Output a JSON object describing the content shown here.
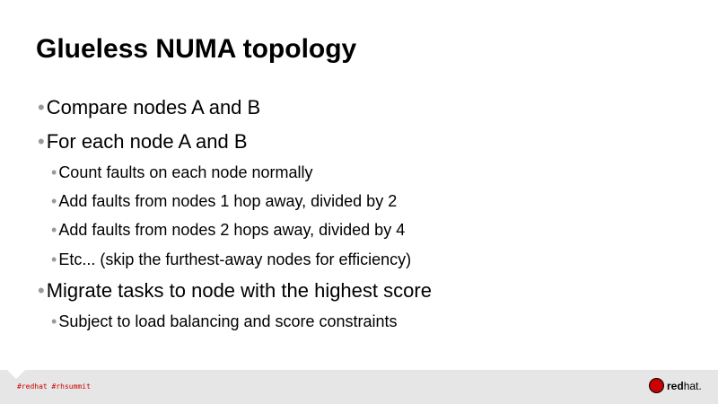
{
  "title": "Glueless NUMA topology",
  "bullets": [
    "Compare nodes A and B",
    "For each node A and B",
    "Count faults on each node normally",
    "Add faults from nodes 1 hop away, divided by 2",
    "Add faults from nodes 2 hops away, divided by 4",
    "Etc... (skip the furthest-away nodes for efficiency)",
    "Migrate tasks to node with the highest score",
    "Subject to load balancing and score constraints"
  ],
  "footer": {
    "tags": "#redhat  #rhsummit",
    "logo_bold": "red",
    "logo_light": "hat."
  }
}
